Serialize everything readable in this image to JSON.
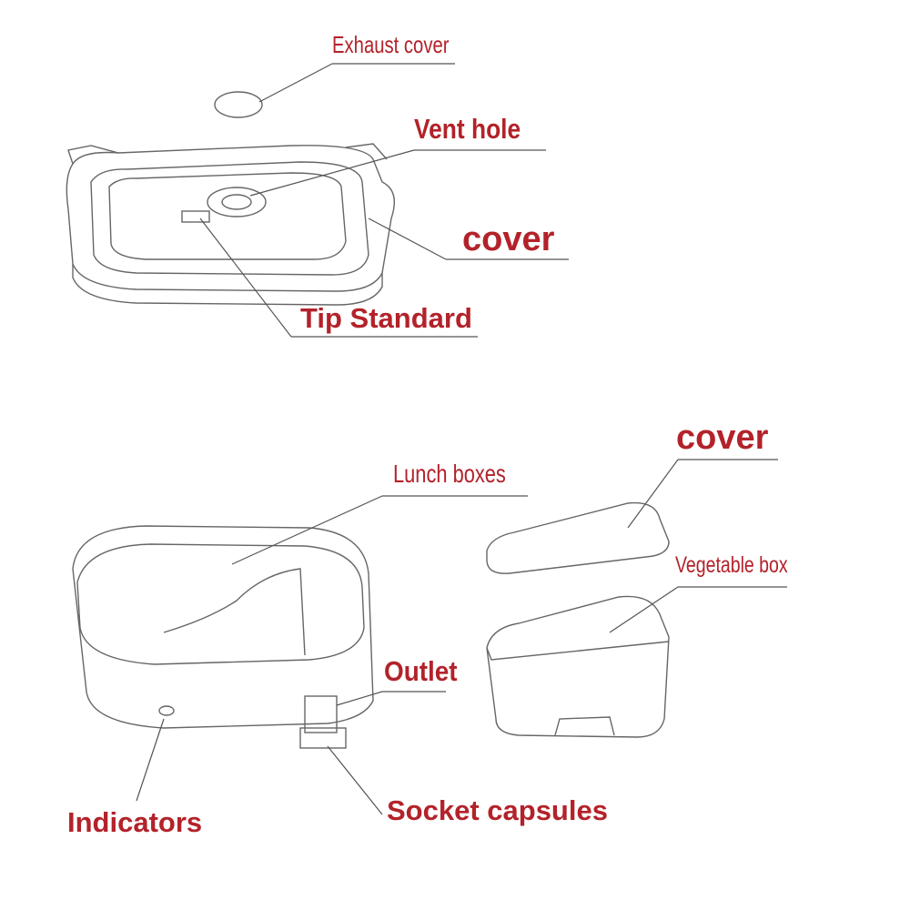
{
  "colors": {
    "label": "#b3222a",
    "line": "#555555"
  },
  "labels": {
    "exhaust_cover": "Exhaust cover",
    "vent_hole": "Vent hole",
    "cover_top": "cover",
    "tip_standard": "Tip Standard",
    "cover_bottom": "cover",
    "lunch_boxes": "Lunch boxes",
    "vegetable_box": "Vegetable box",
    "outlet": "Outlet",
    "indicators": "Indicators",
    "socket_capsules": "Socket capsules"
  }
}
